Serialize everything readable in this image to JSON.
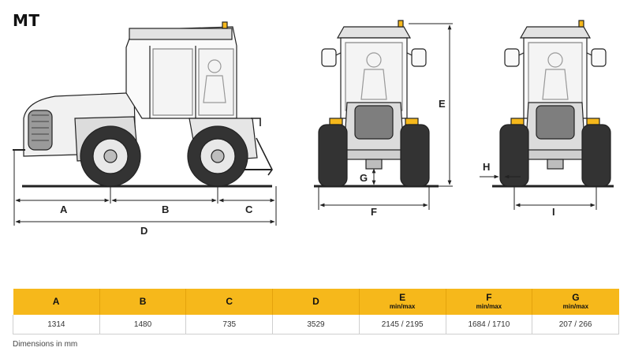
{
  "page": {
    "title": "MT",
    "note": "Dimensions in mm"
  },
  "labels": {
    "a": "A",
    "b": "B",
    "c": "C",
    "d": "D",
    "e": "E",
    "f": "F",
    "g": "G",
    "h": "H",
    "i": "I"
  },
  "table": {
    "columns": [
      {
        "letter": "A",
        "sub": ""
      },
      {
        "letter": "B",
        "sub": ""
      },
      {
        "letter": "C",
        "sub": ""
      },
      {
        "letter": "D",
        "sub": ""
      },
      {
        "letter": "E",
        "sub": "min/max"
      },
      {
        "letter": "F",
        "sub": "min/max"
      },
      {
        "letter": "G",
        "sub": "min/max"
      }
    ],
    "values": [
      "1314",
      "1480",
      "735",
      "3529",
      "2145 / 2195",
      "1684 / 1710",
      "207 / 266"
    ]
  }
}
